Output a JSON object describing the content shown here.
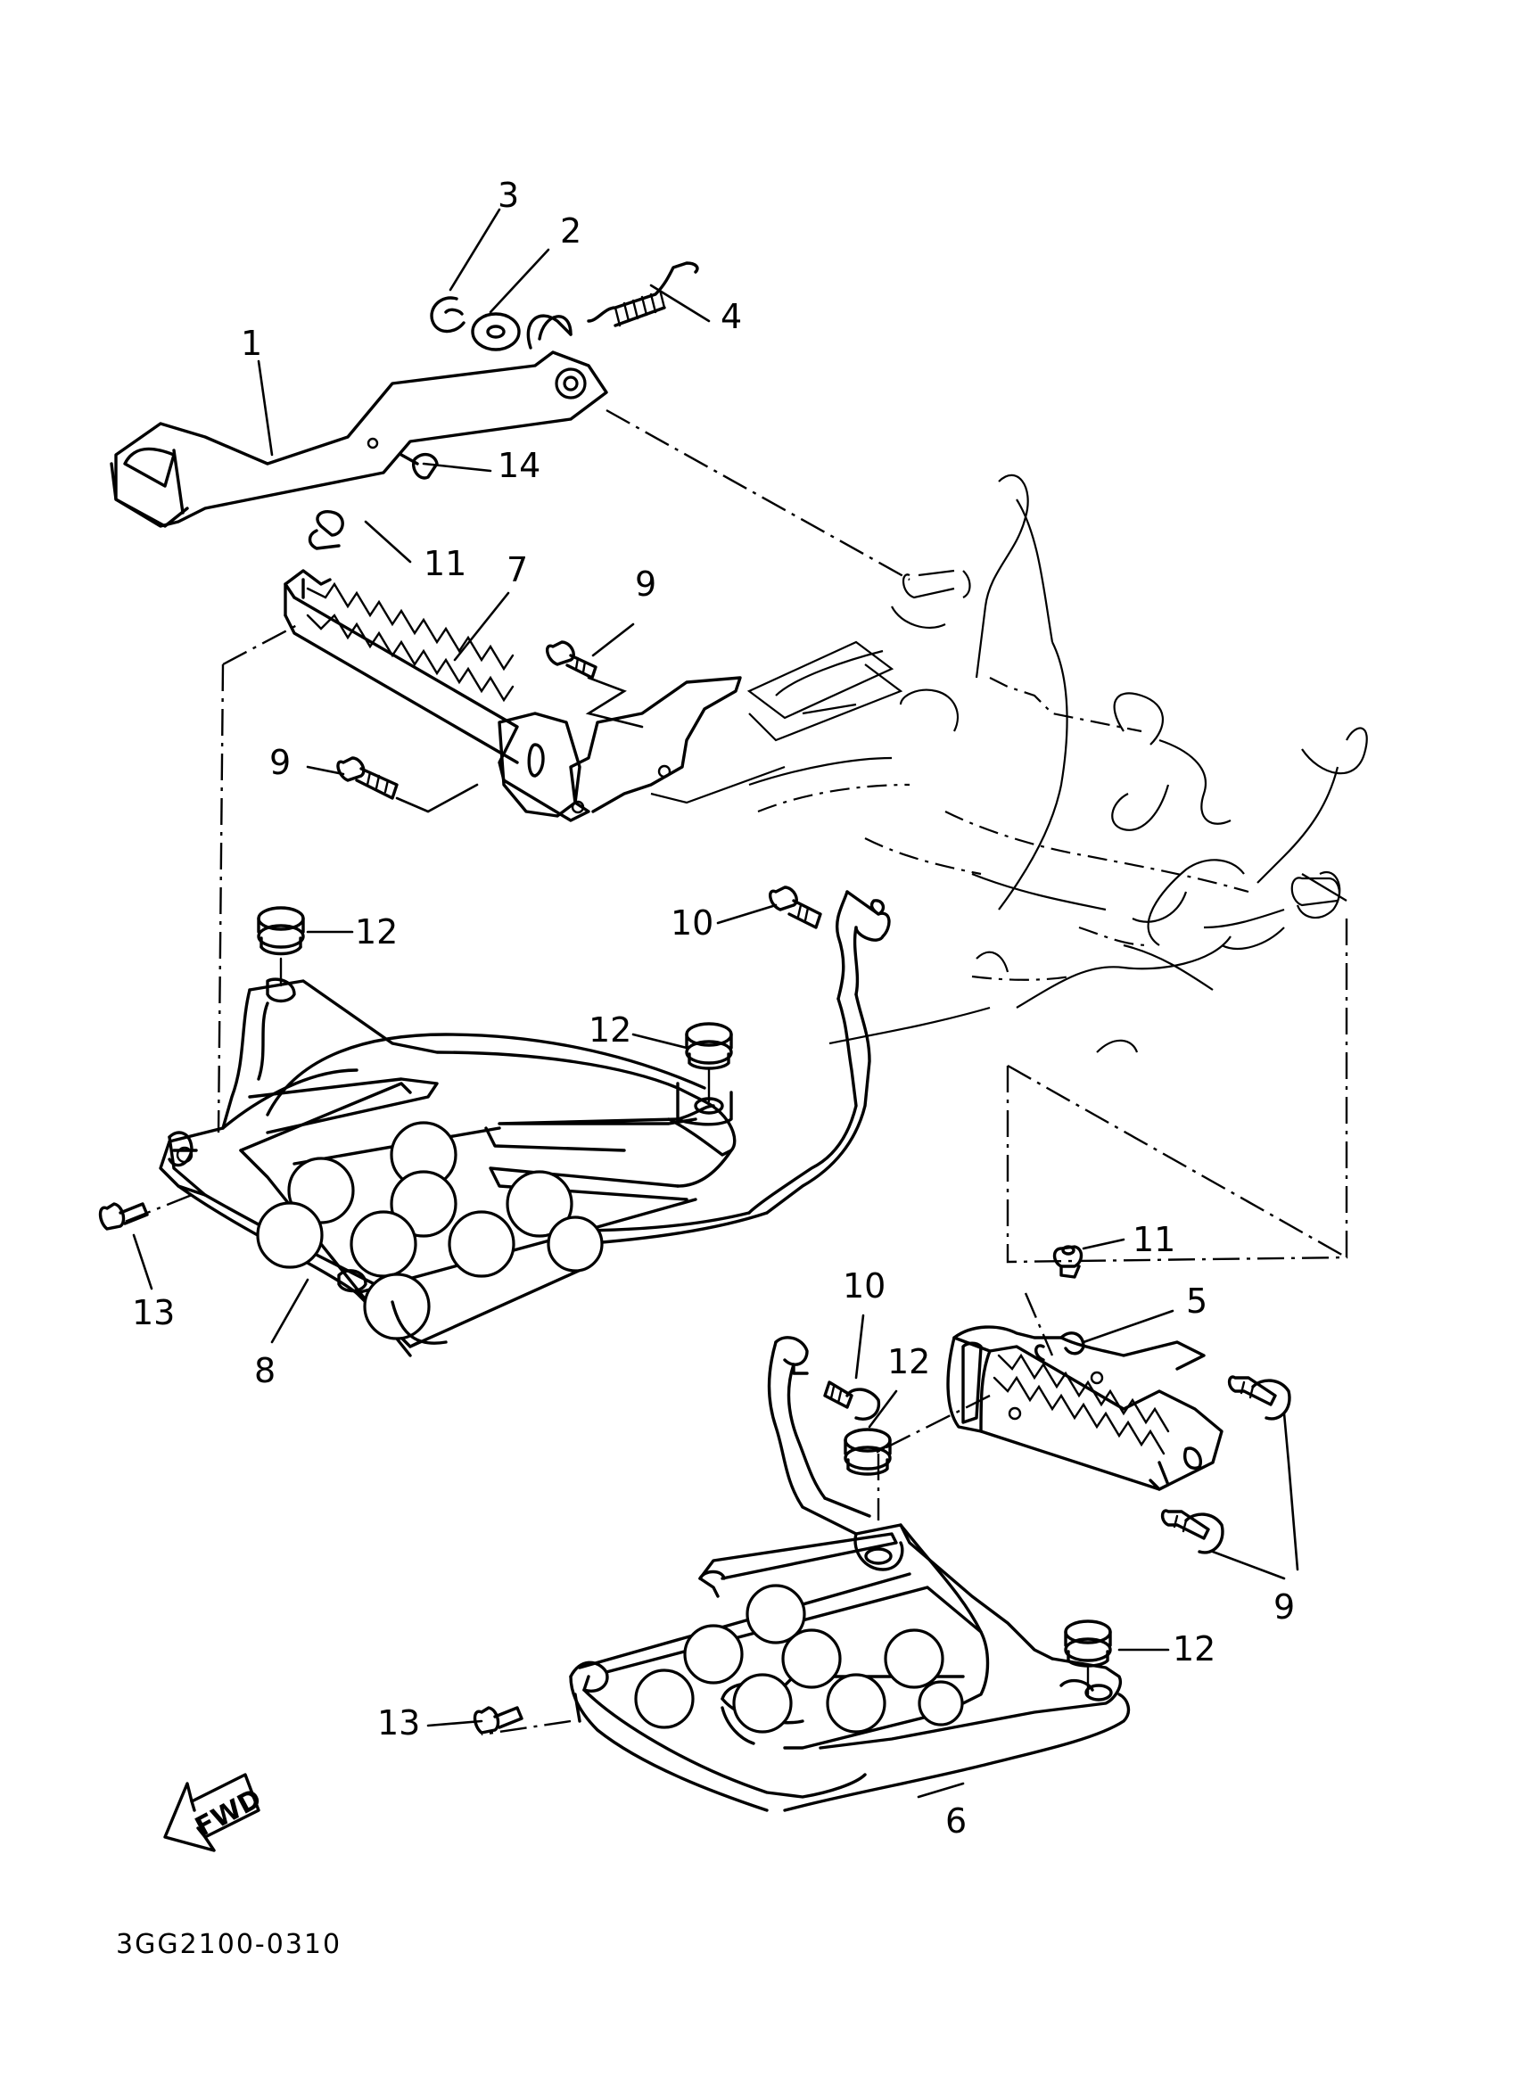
{
  "diagram_code": "3GG2100-0310",
  "fwd_label": "FWD",
  "callouts": {
    "c1": "1",
    "c2": "2",
    "c3": "3",
    "c4": "4",
    "c5": "5",
    "c6": "6",
    "c7": "7",
    "c8": "8",
    "c9a": "9",
    "c9b": "9",
    "c9c": "9",
    "c10a": "10",
    "c10b": "10",
    "c11a": "11",
    "c11b": "11",
    "c12a": "12",
    "c12b": "12",
    "c12c": "12",
    "c12d": "12",
    "c13a": "13",
    "c13b": "13",
    "c14": "14"
  }
}
